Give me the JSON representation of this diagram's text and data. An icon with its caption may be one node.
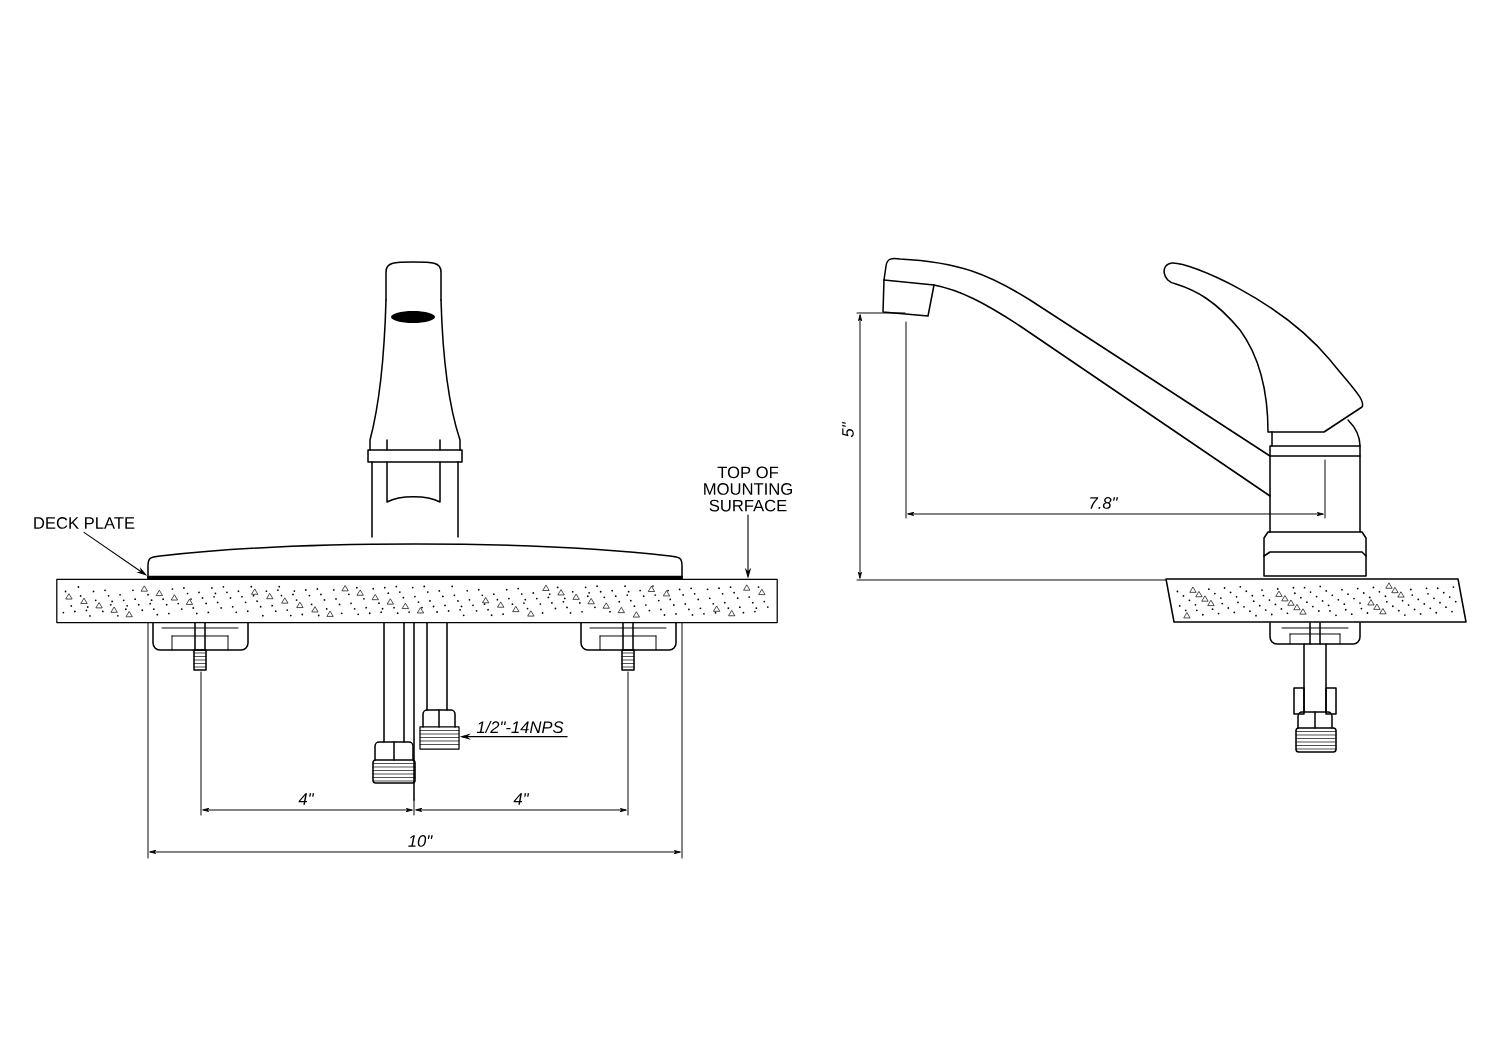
{
  "diagram": {
    "nodes": [
      {
        "text": [
          "DECK PLATE"
        ]
      },
      {
        "text": [],
        "shape": "bar"
      },
      {
        "text": [
          "TOP OF MOUNTING SURFACE"
        ]
      },
      {
        "text": [],
        "shape": "box"
      },
      {
        "text": [
          "1/2\"-14NPS"
        ]
      },
      {
        "text": [],
        "shape": "box"
      }
    ],
    "edges": [
      {
        "from": 0,
        "to": 1,
        "arrow": "to"
      },
      {
        "from": 2,
        "to": 3,
        "arrow": "to"
      },
      {
        "from": 4,
        "to": 5,
        "arrow": "to"
      }
    ],
    "labels": [
      "4\"",
      "4\"",
      "10\"",
      "5\"",
      "7.8\""
    ]
  }
}
